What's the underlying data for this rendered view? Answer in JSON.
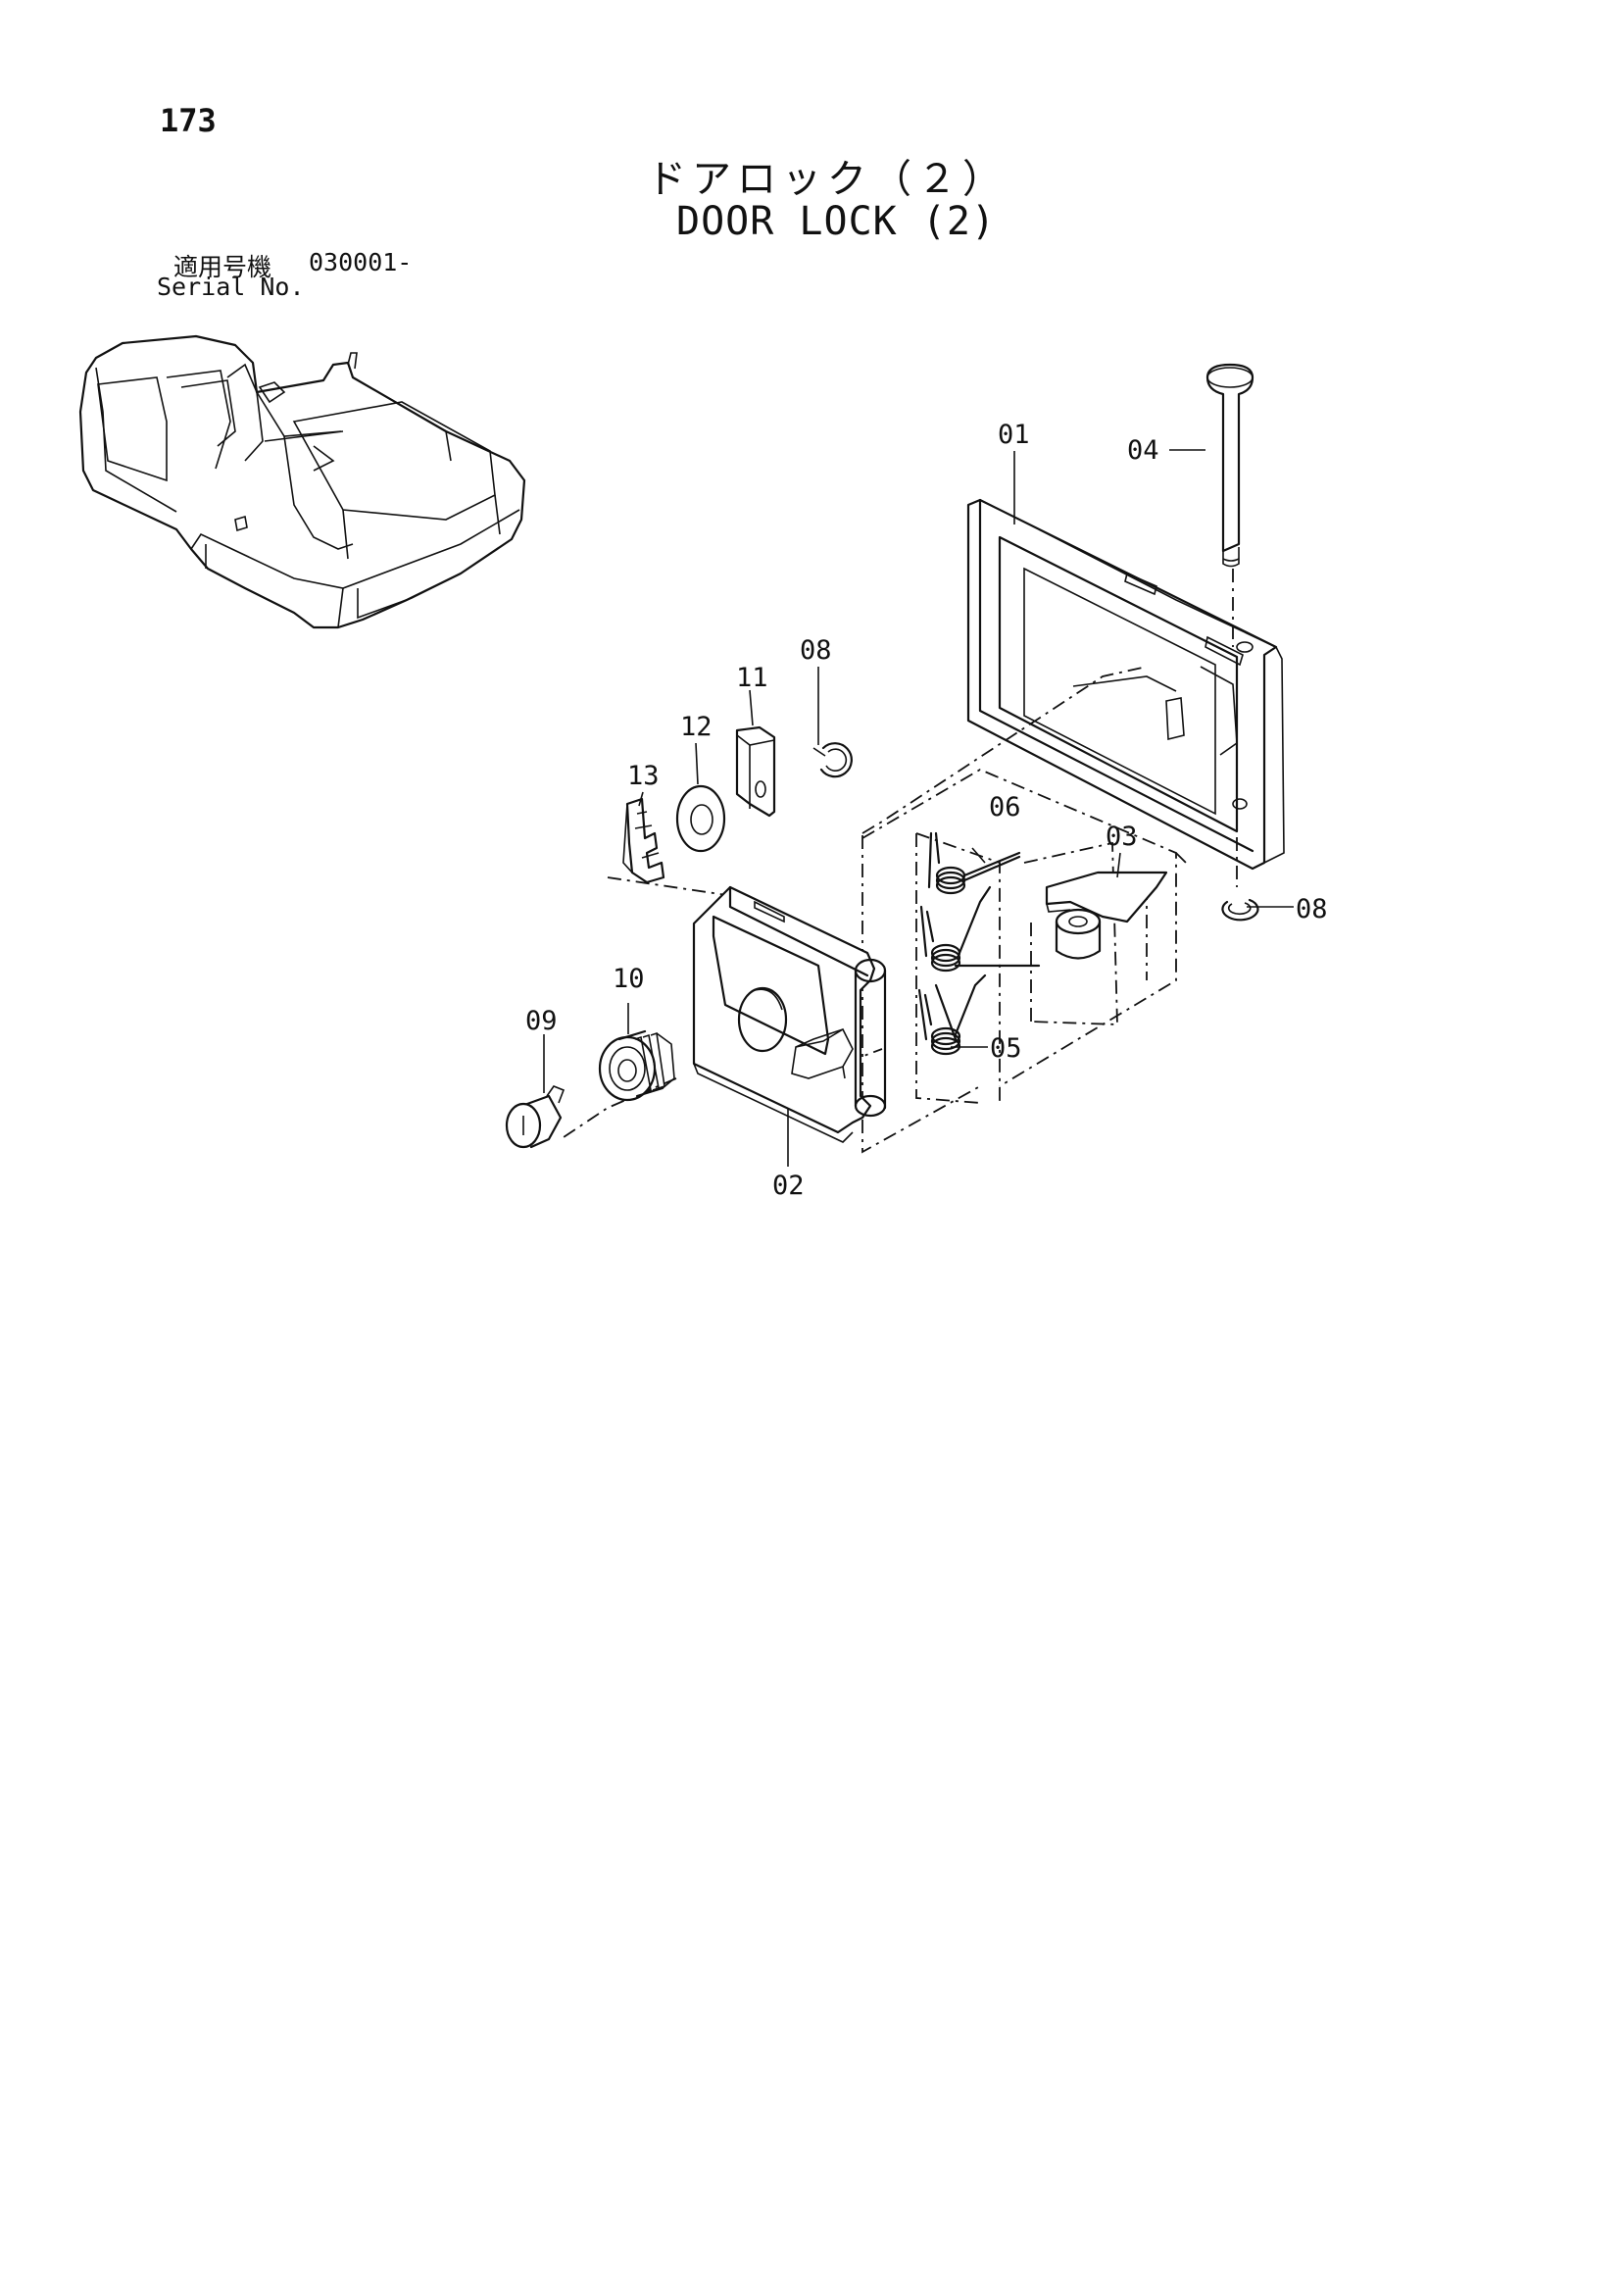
{
  "page": {
    "number": "173",
    "title_ja": "ドアロック（２）",
    "title_en": "DOOR LOCK (2)",
    "serial_label_ja": "適用号機",
    "serial_value": "030001-",
    "serial_label_en": "Serial No."
  },
  "callouts": {
    "p01": "01",
    "p02": "02",
    "p03": "03",
    "p04": "04",
    "p05": "05",
    "p06": "06",
    "p08a": "08",
    "p08b": "08",
    "p09": "09",
    "p10": "10",
    "p11": "11",
    "p12": "12",
    "p13": "13"
  }
}
